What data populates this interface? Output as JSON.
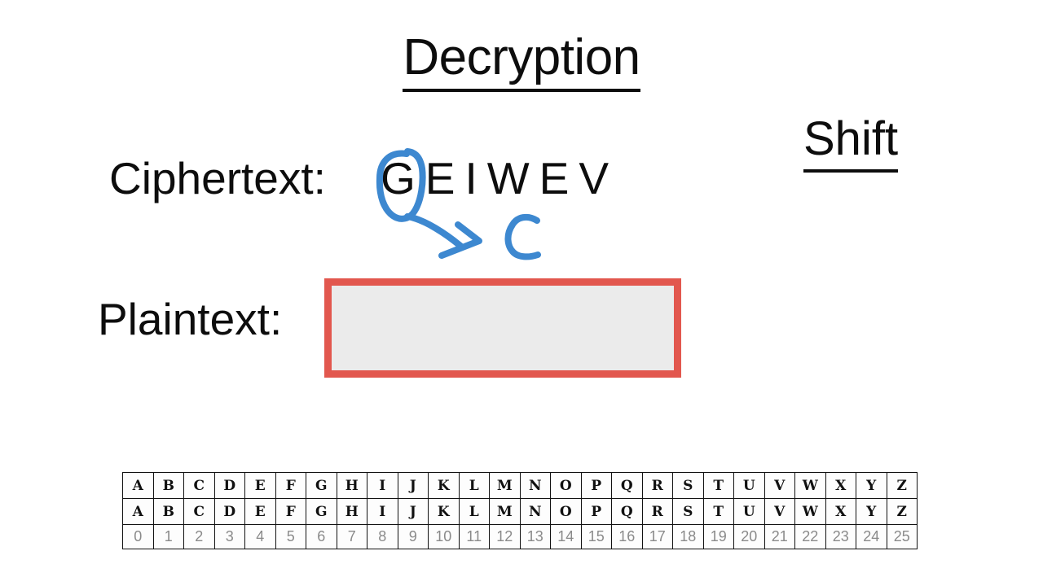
{
  "slide": {
    "title": "Decryption",
    "background_color": "#ffffff",
    "text_color": "#0d0d0d"
  },
  "shift_heading": {
    "label": "Shift",
    "value": ""
  },
  "ciphertext": {
    "label": "Ciphertext:",
    "value": "GEIWEV",
    "letters": [
      "G",
      "E",
      "I",
      "W",
      "E",
      "V"
    ]
  },
  "plaintext": {
    "label": "Plaintext:",
    "value": "",
    "box_border_color": "#e2574e",
    "box_fill_color": "#ebebeb"
  },
  "annotation": {
    "ink_color": "#3d88d0",
    "circled_letter": "G",
    "mapped_letter": "C",
    "arrow": "curved-arrow-right"
  },
  "alphabet_table": {
    "row_plain": [
      "A",
      "B",
      "C",
      "D",
      "E",
      "F",
      "G",
      "H",
      "I",
      "J",
      "K",
      "L",
      "M",
      "N",
      "O",
      "P",
      "Q",
      "R",
      "S",
      "T",
      "U",
      "V",
      "W",
      "X",
      "Y",
      "Z"
    ],
    "row_cipher": [
      "A",
      "B",
      "C",
      "D",
      "E",
      "F",
      "G",
      "H",
      "I",
      "J",
      "K",
      "L",
      "M",
      "N",
      "O",
      "P",
      "Q",
      "R",
      "S",
      "T",
      "U",
      "V",
      "W",
      "X",
      "Y",
      "Z"
    ],
    "row_index": [
      "0",
      "1",
      "2",
      "3",
      "4",
      "5",
      "6",
      "7",
      "8",
      "9",
      "10",
      "11",
      "12",
      "13",
      "14",
      "15",
      "16",
      "17",
      "18",
      "19",
      "20",
      "21",
      "22",
      "23",
      "24",
      "25"
    ],
    "number_color": "#8a8a8a"
  }
}
